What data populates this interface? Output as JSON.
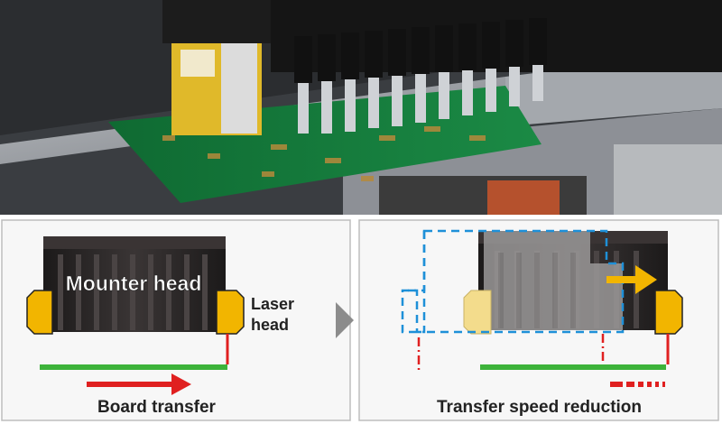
{
  "photo": {
    "description_icon": "pick-and-place-machine-photo"
  },
  "left_panel": {
    "mounter_head_label": "Mounter head",
    "laser_head_label_line1": "Laser",
    "laser_head_label_line2": "head",
    "board_transfer_label": "Board transfer"
  },
  "right_panel": {
    "transfer_speed_label": "Transfer speed reduction"
  },
  "colors": {
    "head_dark": "#2a2626",
    "head_top": "#3a3434",
    "laser_yellow": "#f2b500",
    "board_green": "#3db33a",
    "arrow_red": "#e02020",
    "dashed_blue": "#1e90d8",
    "ghost_gray": "#9a9898",
    "ghost_yellow": "#f3dc8c",
    "panel_bg": "#f7f7f7",
    "panel_border": "#bdbdbd",
    "chevron_gray": "#8c8c8c"
  }
}
